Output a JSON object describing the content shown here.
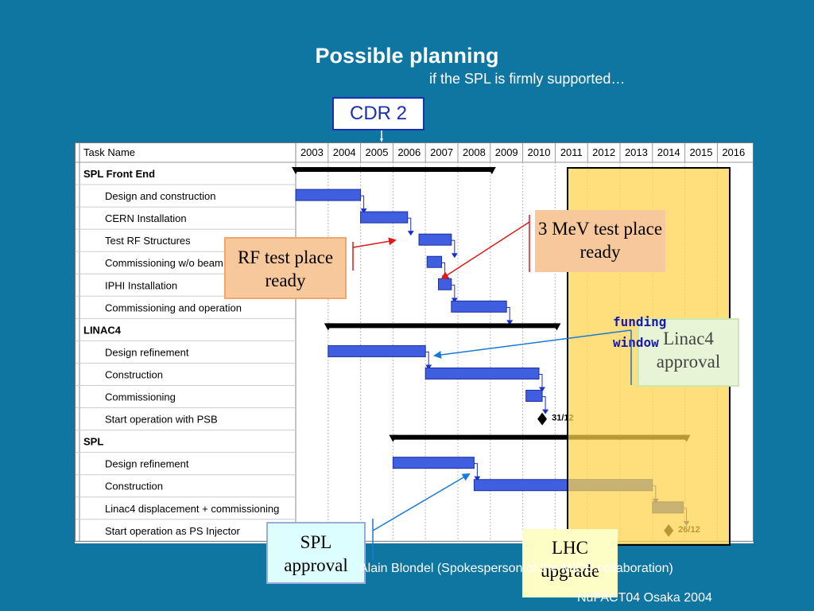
{
  "slide": {
    "title": "Possible planning",
    "subtitle": "if the SPL is firmly supported…",
    "cdr_label": "CDR 2",
    "footer_credit": "Alain Blondel (Spokesperson of the MICE collaboration)",
    "footer_conference": "NuFACT04 Osaka 2004"
  },
  "gantt": {
    "task_header": "Task Name",
    "years": [
      "2003",
      "2004",
      "2005",
      "2006",
      "2007",
      "2008",
      "2009",
      "2010",
      "2011",
      "2012",
      "2013",
      "2014",
      "2015",
      "2016"
    ],
    "tasks": [
      {
        "name": "SPL Front End",
        "level": 0,
        "kind": "summary",
        "start": 2003.0,
        "end": 2009.05
      },
      {
        "name": "Design and construction",
        "level": 1,
        "kind": "task",
        "start": 2003.0,
        "end": 2005.0
      },
      {
        "name": "CERN Installation",
        "level": 1,
        "kind": "task",
        "start": 2005.0,
        "end": 2006.45
      },
      {
        "name": "Test RF Structures",
        "level": 1,
        "kind": "task",
        "start": 2006.8,
        "end": 2007.8
      },
      {
        "name": "Commissioning w/o beam",
        "level": 1,
        "kind": "task",
        "start": 2007.05,
        "end": 2007.5
      },
      {
        "name": "IPHI Installation",
        "level": 1,
        "kind": "task",
        "start": 2007.4,
        "end": 2007.8
      },
      {
        "name": "Commissioning and operation",
        "level": 1,
        "kind": "task",
        "start": 2007.8,
        "end": 2009.5
      },
      {
        "name": "LINAC4",
        "level": 0,
        "kind": "summary",
        "start": 2004.0,
        "end": 2011.05
      },
      {
        "name": "Design refinement",
        "level": 1,
        "kind": "task",
        "start": 2004.0,
        "end": 2007.0
      },
      {
        "name": "Construction",
        "level": 1,
        "kind": "task",
        "start": 2007.0,
        "end": 2010.5
      },
      {
        "name": "Commissioning",
        "level": 1,
        "kind": "task",
        "start": 2010.1,
        "end": 2010.6
      },
      {
        "name": "Start operation with PSB",
        "level": 1,
        "kind": "milestone",
        "start": 2010.6,
        "label": "31/12"
      },
      {
        "name": "SPL",
        "level": 0,
        "kind": "summary",
        "start": 2006.0,
        "end": 2015.05
      },
      {
        "name": "Design refinement",
        "level": 1,
        "kind": "task",
        "start": 2006.0,
        "end": 2008.5
      },
      {
        "name": "Construction",
        "level": 1,
        "kind": "task",
        "start": 2008.5,
        "end": 2014.0
      },
      {
        "name": "Linac4 displacement + commissioning",
        "level": 1,
        "kind": "task",
        "start": 2014.0,
        "end": 2014.95
      },
      {
        "name": "Start operation as PS Injector",
        "level": 1,
        "kind": "milestone",
        "start": 2014.5,
        "label": "26/12"
      }
    ]
  },
  "callouts": {
    "rf_test": "RF test place ready",
    "mev_test": "3 MeV test place ready",
    "linac4_approval": "Linac4 approval",
    "spl_approval": "SPL approval",
    "lhc_upgrade": "LHC upgrade",
    "funding_line1": "funding",
    "funding_line2": "window"
  },
  "colors": {
    "background": "#0f75a1",
    "bar_fill": "#3f5fe0",
    "summary_bar": "#000000",
    "highlight": "#fdd248",
    "arrow_red": "#e01818",
    "arrow_blue": "#1a78d8"
  }
}
